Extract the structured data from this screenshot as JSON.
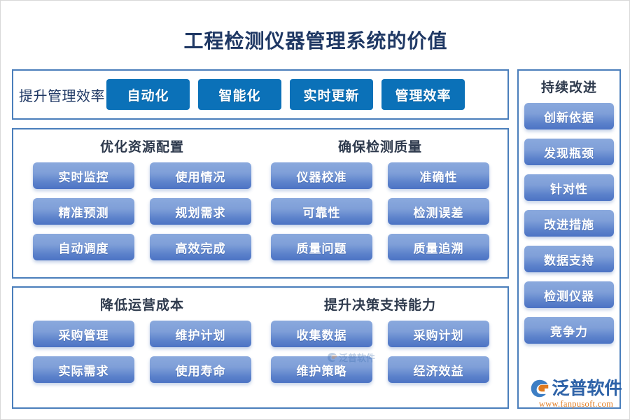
{
  "page": {
    "title": "工程检测仪器管理系统的价值",
    "background": "#ffffff",
    "accent_flat": "#0b71b8",
    "accent_gradient_top": "#8aa9dd",
    "accent_gradient_bottom": "#4c73c4",
    "border_color": "#4a7ebb",
    "title_color": "#1f3864",
    "heading_color": "#2e3a4d"
  },
  "top_section": {
    "label": "提升管理效率",
    "buttons": [
      {
        "label": "自动化"
      },
      {
        "label": "智能化"
      },
      {
        "label": "实时更新"
      },
      {
        "label": "管理效率"
      }
    ]
  },
  "middle_section": {
    "groups": [
      {
        "title": "优化资源配置",
        "items": [
          {
            "label": "实时监控"
          },
          {
            "label": "使用情况"
          },
          {
            "label": "精准预测"
          },
          {
            "label": "规划需求"
          },
          {
            "label": "自动调度"
          },
          {
            "label": "高效完成"
          }
        ]
      },
      {
        "title": "确保检测质量",
        "items": [
          {
            "label": "仪器校准"
          },
          {
            "label": "准确性"
          },
          {
            "label": "可靠性"
          },
          {
            "label": "检测误差"
          },
          {
            "label": "质量问题"
          },
          {
            "label": "质量追溯"
          }
        ]
      }
    ]
  },
  "bottom_section": {
    "groups": [
      {
        "title": "降低运营成本",
        "items": [
          {
            "label": "采购管理"
          },
          {
            "label": "维护计划"
          },
          {
            "label": "实际需求"
          },
          {
            "label": "使用寿命"
          }
        ]
      },
      {
        "title": "提升决策支持能力",
        "items": [
          {
            "label": "收集数据"
          },
          {
            "label": "采购计划"
          },
          {
            "label": "维护策略"
          },
          {
            "label": "经济效益"
          }
        ]
      }
    ]
  },
  "sidebar": {
    "title": "持续改进",
    "items": [
      {
        "label": "创新依据"
      },
      {
        "label": "发现瓶颈"
      },
      {
        "label": "针对性"
      },
      {
        "label": "改进措施"
      },
      {
        "label": "数据支持"
      },
      {
        "label": "检测仪器"
      },
      {
        "label": "竞争力"
      }
    ]
  },
  "logo": {
    "brand": "泛普软件",
    "url": "www.fanpusoft.com",
    "brand_color": "#2f63a8",
    "url_color": "#e07b20"
  },
  "watermark": {
    "text": "泛普软件"
  }
}
